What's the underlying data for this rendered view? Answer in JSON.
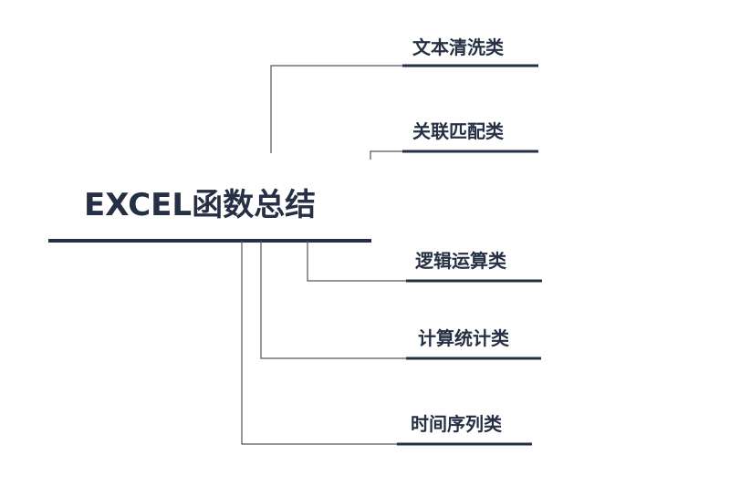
{
  "root": {
    "title": "EXCEL函数总结"
  },
  "branches": [
    {
      "label": "文本清洗类"
    },
    {
      "label": "关联匹配类"
    },
    {
      "label": "逻辑运算类"
    },
    {
      "label": "计算统计类"
    },
    {
      "label": "时间序列类"
    }
  ],
  "colors": {
    "text": "#253044",
    "underline": "#253044",
    "connector": "#555555"
  }
}
